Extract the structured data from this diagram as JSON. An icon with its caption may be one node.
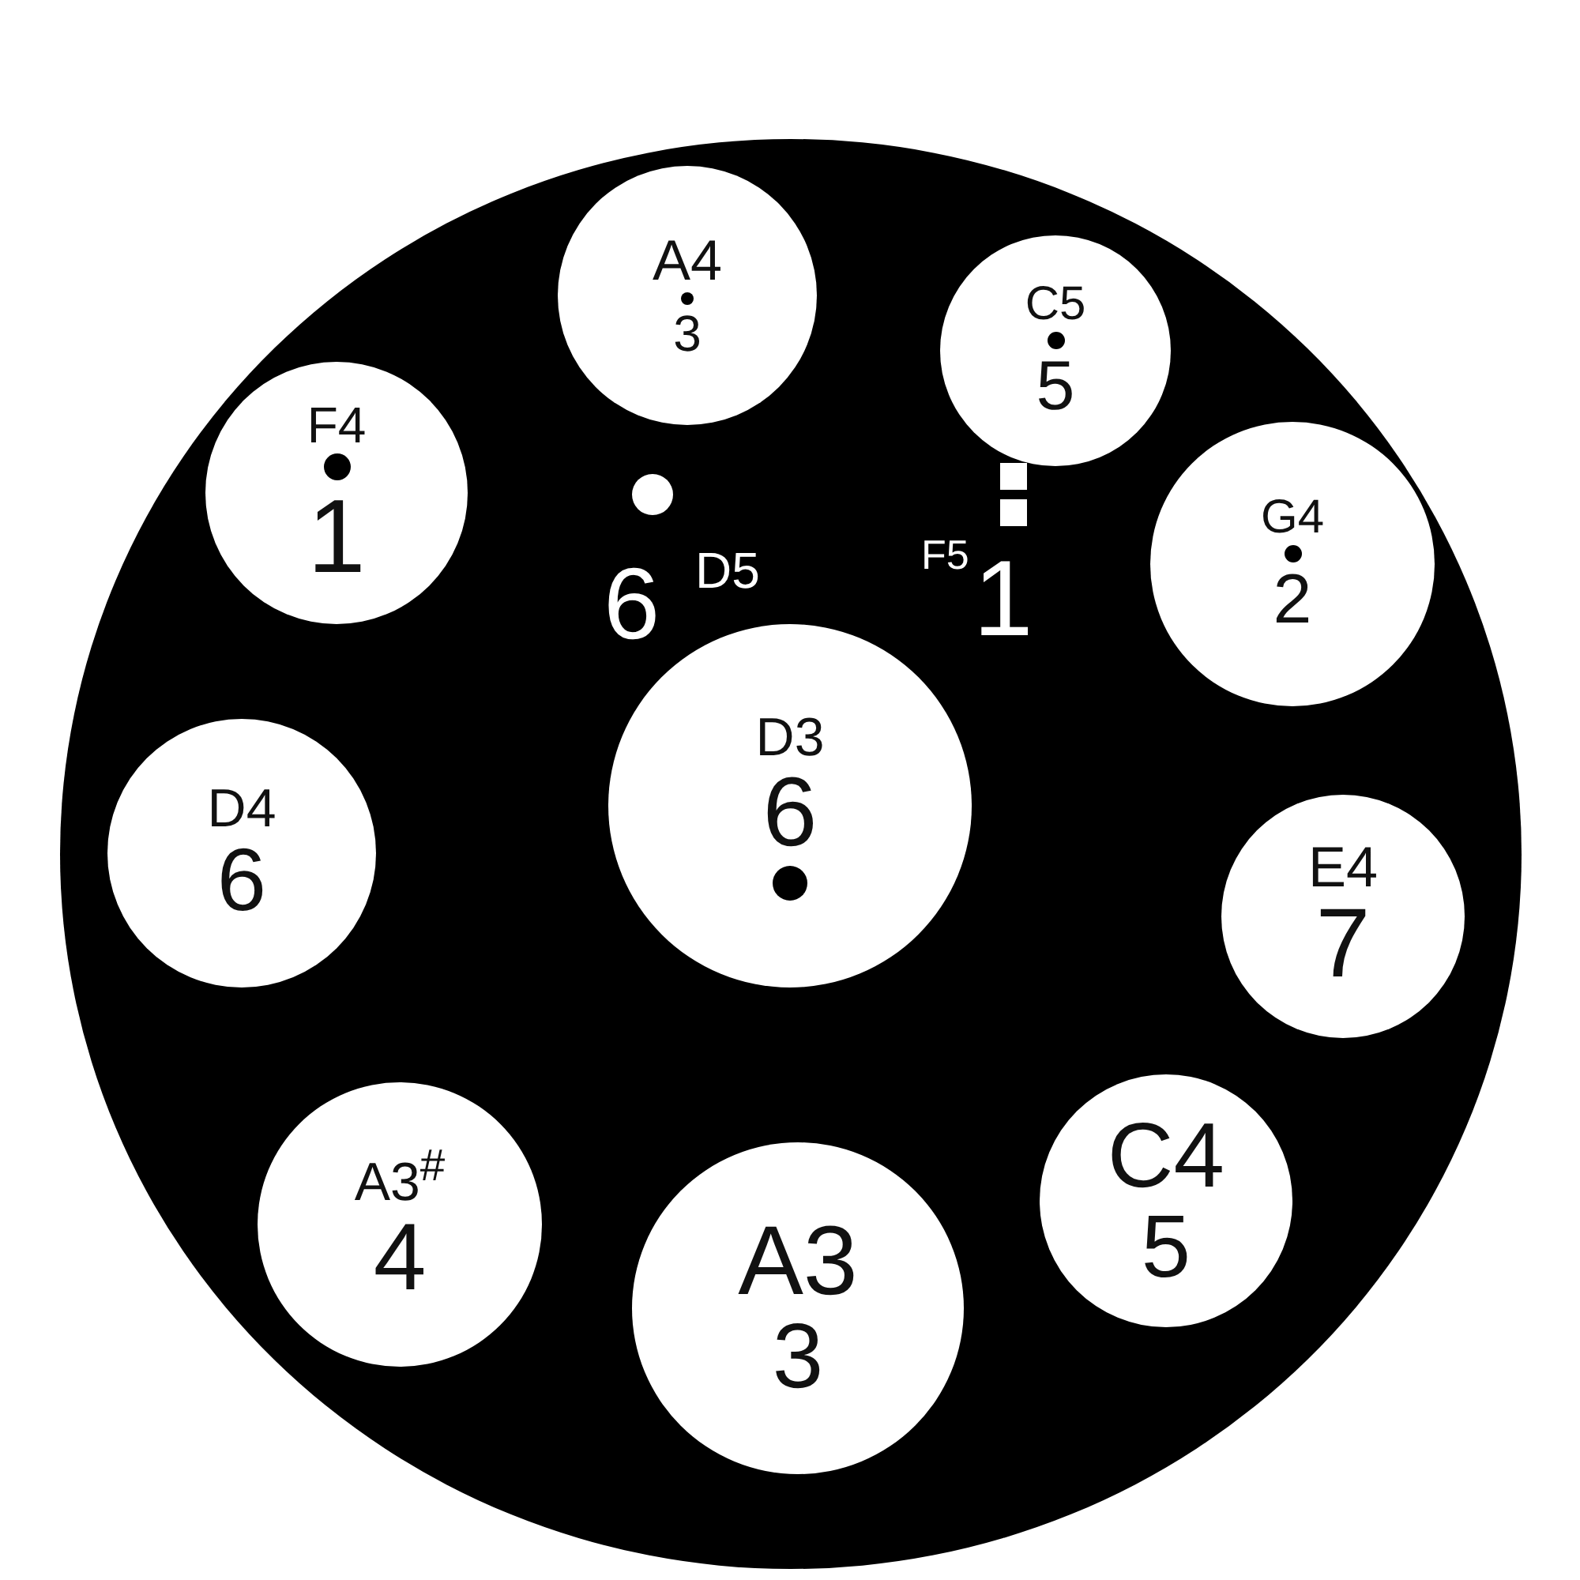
{
  "diagram": {
    "nodes": [
      {
        "text": [],
        "shape": "circle"
      },
      {
        "text": [
          "A4",
          "3"
        ],
        "in": 0
      },
      {
        "text": [
          "C5",
          "5"
        ],
        "in": 0
      },
      {
        "text": [
          "F4",
          "1"
        ],
        "in": 0
      },
      {
        "text": [
          "G4",
          "2"
        ],
        "in": 0
      },
      {
        "text": [
          "D3",
          "6"
        ],
        "in": 0
      },
      {
        "text": [
          "D4",
          "6"
        ],
        "in": 0
      },
      {
        "text": [
          "E4",
          "7"
        ],
        "in": 0
      },
      {
        "text": [
          "A3$^{#}$",
          "4"
        ],
        "in": 0
      },
      {
        "text": [
          "A3",
          "3"
        ],
        "in": 0
      },
      {
        "text": [
          "C4",
          "5"
        ],
        "in": 0
      }
    ],
    "labels": [
      "6",
      "D5",
      "F5",
      "1"
    ]
  }
}
